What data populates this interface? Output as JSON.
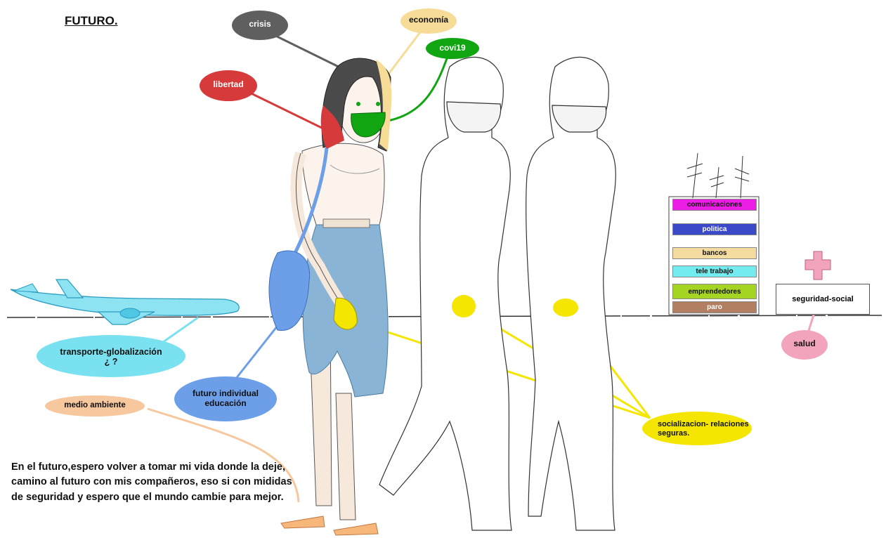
{
  "title": "FUTURO.",
  "labels": {
    "crisis": "crisis",
    "economia": "economía",
    "covid": "covi19",
    "libertad": "libertad",
    "transporte_line1": "transporte-globalización",
    "transporte_line2": "¿ ?",
    "futuro_line1": "futuro individual",
    "futuro_line2": "educación",
    "medio_ambiente": "medio ambiente",
    "socializacion_line1": "socializacion- relaciones",
    "socializacion_line2": "seguras.",
    "salud": "salud",
    "seguridad_social": "seguridad-social"
  },
  "stack": [
    "comunicaciones",
    "politica",
    "bancos",
    "tele trabajo",
    "emprendedores",
    "paro"
  ],
  "quote": "En el futuro,espero volver a tomar mi vida donde la deje, camino al futuro con mis compañeros, eso si con mididas de seguridad y espero que el mundo cambie para mejor.",
  "colors": {
    "crisis": "#5f5f5f",
    "economia": "#f6dc96",
    "covid": "#12a512",
    "libertad": "#d63a3a",
    "transporte": "#79e1f0",
    "futuro": "#6d9fe9",
    "medio_ambiente": "#f7c79e",
    "socializacion": "#f4e600",
    "salud": "#f2a4bd",
    "comunicaciones": "#ec1ee6",
    "politica": "#3a49c8",
    "bancos": "#f4dca0",
    "tele_trabajo": "#73ecef",
    "emprendedores": "#a6d423",
    "paro": "#b27f62"
  },
  "icons": [
    "airplane-icon",
    "medical-cross-icon",
    "antenna-icon"
  ]
}
